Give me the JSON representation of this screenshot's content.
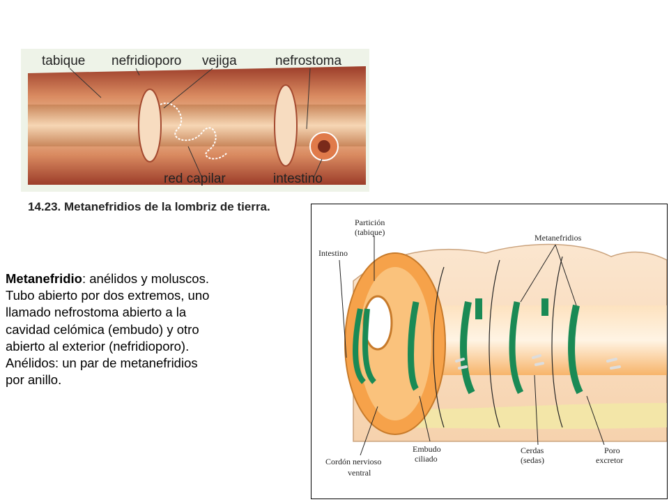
{
  "top_figure": {
    "labels": {
      "tabique": "tabique",
      "nefridioporo": "nefridioporo",
      "vejiga": "vejiga",
      "nefrostoma": "nefrostoma",
      "red_capilar": "red capilar",
      "intestino": "intestino"
    },
    "caption": "14.23. Metanefridios de la lombriz de tierra."
  },
  "bottom_figure": {
    "labels": {
      "particion": "Partición",
      "particion_sub": "(tabique)",
      "metanefridios": "Metanefridios",
      "intestino": "Intestino",
      "embudo": "Embudo",
      "embudo_sub": "ciliado",
      "cerdas": "Cerdas",
      "cerdas_sub": "(sedas)",
      "poro": "Poro",
      "poro_sub": "excretor",
      "cordon": "Cordón nervioso",
      "cordon_sub": "ventral"
    }
  },
  "text": {
    "term": "Metanefridio",
    "lines": [
      ": anélidos y moluscos.",
      "Tubo abierto por dos extremos, uno",
      "llamado nefrostoma  abierto a la",
      "cavidad celómica (embudo) y otro",
      "abierto al exterior (nefridioporo).",
      "Anélidos: un par de metanefridios",
      "por anillo."
    ]
  },
  "colors": {
    "worm_red": "#b5533a",
    "worm_tan": "#e8b48a",
    "nephridia_green": "#1a8a55",
    "gut_orange": "#f4a04a",
    "nerve_yellow": "#f3e6a8"
  }
}
